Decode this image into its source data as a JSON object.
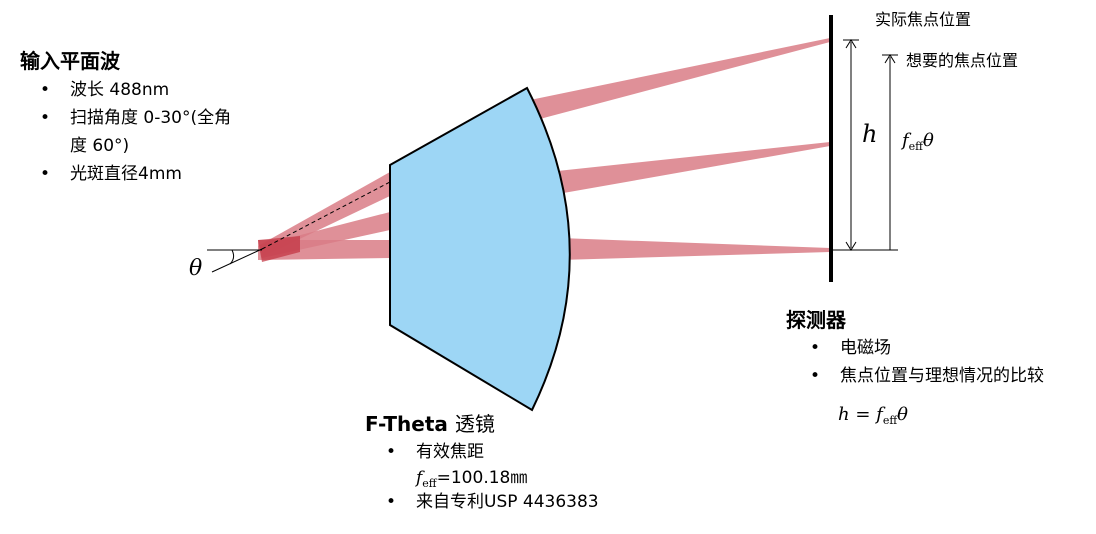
{
  "input": {
    "title": "输入平面波",
    "items": [
      "波长 488nm",
      "扫描角度 0-30°(全角",
      "度 60°)",
      "光斑直径4mm"
    ]
  },
  "lens": {
    "title_main": "F-Theta",
    "title_cn": "透镜",
    "items": [
      "有效焦距",
      "=100.18㎜",
      "来自专利USP 4436383"
    ],
    "feff_f": "f",
    "feff_sub": "eff"
  },
  "detector": {
    "title": "探测器",
    "items": [
      "电磁场",
      "焦点位置与理想情况的比较"
    ],
    "formula_h": "h",
    "formula_eq": "=",
    "formula_f": "f",
    "formula_sub": "eff",
    "formula_theta": "θ"
  },
  "labels": {
    "actual_focus": "实际焦点位置",
    "desired_focus": "想要的焦点位置",
    "h": "h",
    "theta": "θ",
    "feff_theta_f": "f",
    "feff_theta_sub": "eff",
    "feff_theta_theta": "θ"
  },
  "colors": {
    "beam": "#d97c86",
    "lens_fill": "#9dd6f5",
    "ink": "#000000"
  }
}
